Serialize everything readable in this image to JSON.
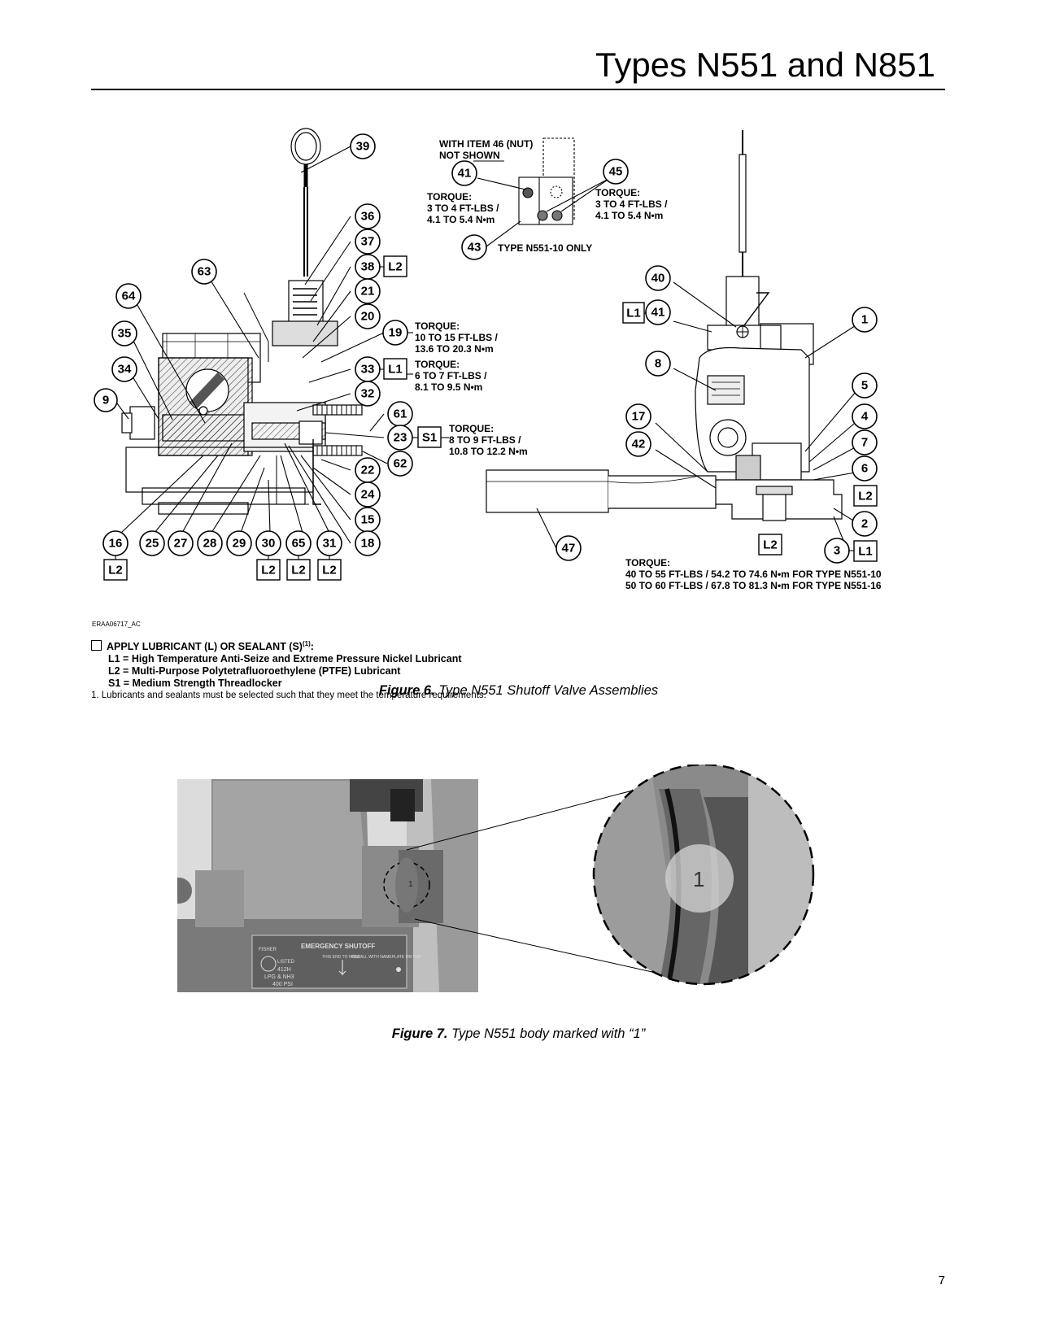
{
  "header": {
    "title": "Types N551 and N851"
  },
  "figure6": {
    "drawing_id": "ERAA06717_AC",
    "callouts": {
      "c39": "39",
      "c36": "36",
      "c37": "37",
      "c38": "38",
      "c63": "63",
      "c64": "64",
      "c21": "21",
      "c20": "20",
      "c35": "35",
      "c19": "19",
      "c34": "34",
      "c33": "33",
      "c32": "32",
      "c9": "9",
      "c61": "61",
      "c23": "23",
      "c22": "22",
      "c62": "62",
      "c24": "24",
      "c15": "15",
      "c16": "16",
      "c25": "25",
      "c27": "27",
      "c28": "28",
      "c29": "29",
      "c30": "30",
      "c65": "65",
      "c31": "31",
      "c18": "18",
      "c41top": "41",
      "c45": "45",
      "c43": "43",
      "c40": "40",
      "c41r": "41",
      "c1": "1",
      "c8": "8",
      "c5": "5",
      "c17": "17",
      "c4": "4",
      "c42": "42",
      "c7": "7",
      "c6": "6",
      "c2": "2",
      "c47": "47",
      "c3": "3"
    },
    "boxes": {
      "b38": "L2",
      "b33": "L1",
      "b23": "S1",
      "b16": "L2",
      "b30": "L2",
      "b65": "L2",
      "b31": "L2",
      "b41r": "L1",
      "b6": "L2",
      "b2": "L2",
      "b3": "L1"
    },
    "notes": {
      "with_item_1": "WITH ITEM 46 (NUT)",
      "with_item_2": "NOT SHOWN",
      "t41_1": "TORQUE:",
      "t41_2": "3 TO 4 FT-LBS /",
      "t41_3": "4.1 TO 5.4 N•m",
      "t45_1": "TORQUE:",
      "t45_2": "3 TO 4 FT-LBS /",
      "t45_3": "4.1 TO 5.4 N•m",
      "type_only": "TYPE N551-10 ONLY",
      "t19_1": "TORQUE:",
      "t19_2": "10 TO 15 FT-LBS /",
      "t19_3": "13.6 TO 20.3 N•m",
      "t33_1": "TORQUE:",
      "t33_2": "6 TO 7 FT-LBS /",
      "t33_3": "8.1 TO 9.5 N•m",
      "t23_1": "TORQUE:",
      "t23_2": "8 TO 9 FT-LBS /",
      "t23_3": "10.8 TO 12.2 N•m",
      "t3_1": "TORQUE:",
      "t3_2": "40 TO 55 FT-LBS / 54.2 TO 74.6 N•m FOR TYPE N551-10",
      "t3_3": "50 TO 60 FT-LBS / 67.8 TO 81.3 N•m FOR TYPE N551-16"
    },
    "legend": {
      "heading": "APPLY LUBRICANT (L) OR SEALANT (S)",
      "heading_sup": "(1)",
      "heading_end": ":",
      "l1": "L1 = High Temperature Anti-Seize and Extreme Pressure Nickel Lubricant",
      "l2": "L2 = Multi-Purpose Polytetrafluoroethylene (PTFE) Lubricant",
      "s1": "S1 = Medium Strength Threadlocker",
      "footnote": "1. Lubricants and sealants must be selected such that they meet the temperature requirements."
    },
    "caption_label": "Figure 6.",
    "caption_text": " Type N551 Shutoff Valve Assemblies"
  },
  "figure7": {
    "plate": {
      "title": "EMERGENCY SHUTOFF",
      "brand": "FISHER",
      "listed": "LISTED",
      "model": "412H",
      "gas": "LPG & NH3",
      "psi": "400 PSI",
      "col1": "THIS END TO HOSE",
      "col2": "INSTALL WITH NAMEPLATE ON TOP"
    },
    "body_mark": "1",
    "caption_label": "Figure 7.",
    "caption_text": " Type N551 body marked with “1”"
  },
  "page_number": "7"
}
